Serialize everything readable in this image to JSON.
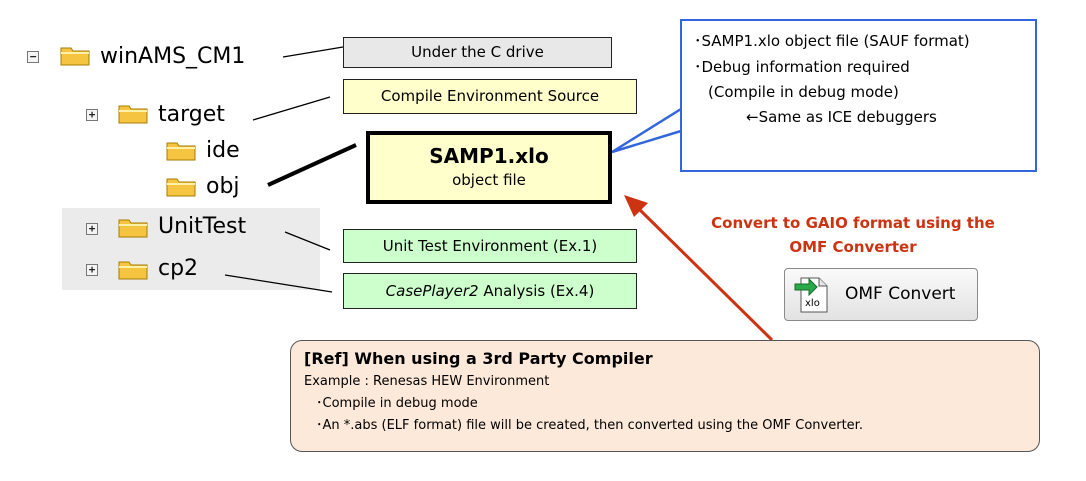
{
  "tree": {
    "root": "winAMS_CM1",
    "target": "target",
    "ide": "ide",
    "obj": "obj",
    "unittest": "UnitTest",
    "cp2": "cp2",
    "expander_minus": "−",
    "expander_plus": "+"
  },
  "labels": {
    "c_drive": "Under the C drive",
    "compile_env": "Compile Environment Source",
    "samp_title": "SAMP1.xlo",
    "samp_sub": "object file",
    "unit_test": "Unit Test Environment (Ex.1)",
    "caseplayer_italic": "CasePlayer2",
    "caseplayer_rest": " Analysis (Ex.4)"
  },
  "callout": {
    "line1": "･SAMP1.xlo object file (SAUF format)",
    "line2": "･Debug information required",
    "line3": "(Compile in debug mode)",
    "line4": "←Same as ICE debuggers"
  },
  "convert_note": {
    "line1": "Convert to GAIO format using the",
    "line2": "OMF Converter",
    "button_label": "OMF Convert",
    "icon_text": "xlo"
  },
  "ref": {
    "title": "[Ref] When using a 3rd Party Compiler",
    "line1": "Example : Renesas HEW Environment",
    "line2": "･Compile in debug mode",
    "line3": "･An *.abs (ELF format) file will be created, then converted using the OMF Converter."
  },
  "colors": {
    "grey_box": "#e8e8e8",
    "yellow_box": "#ffffcc",
    "green_box": "#ccffcc",
    "callout_border": "#3366dd",
    "arrow": "#cc3311",
    "convert_text": "#cc3311",
    "ref_bg": "#fde9d9",
    "folder": "#f5c542"
  }
}
